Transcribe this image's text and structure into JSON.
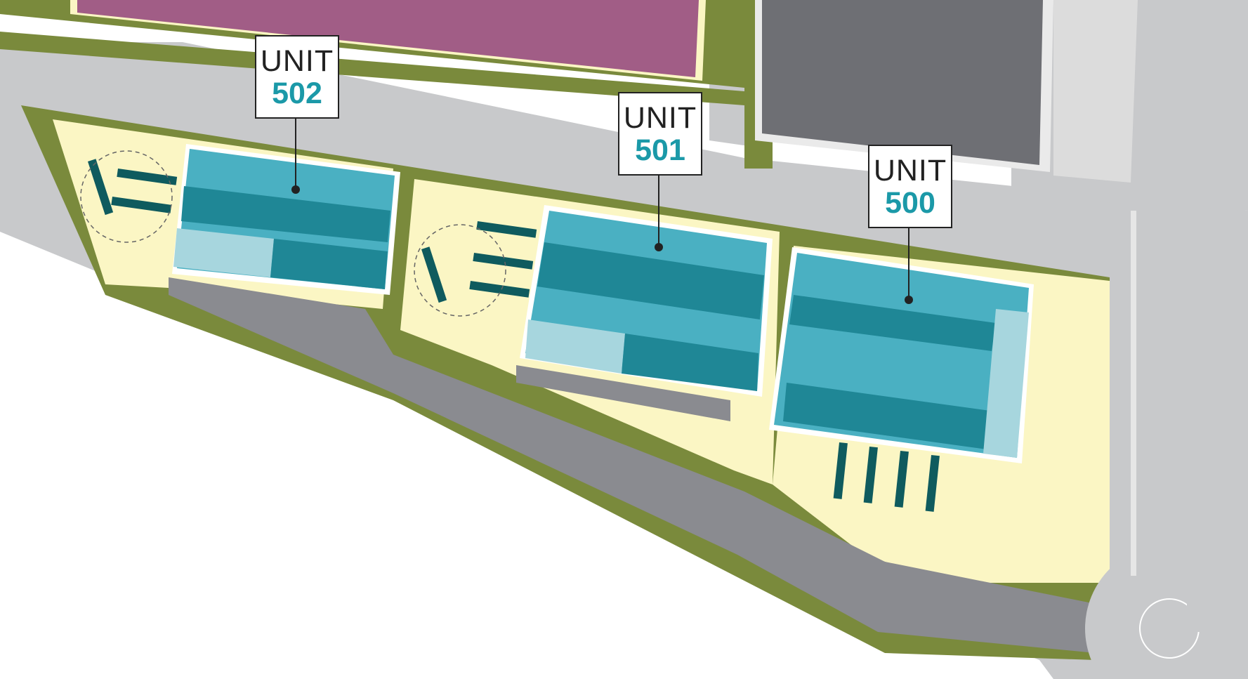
{
  "units": [
    {
      "id": "502",
      "word": "UNIT",
      "number": "502"
    },
    {
      "id": "501",
      "word": "UNIT",
      "number": "501"
    },
    {
      "id": "500",
      "word": "UNIT",
      "number": "500"
    }
  ],
  "colors": {
    "background": "#ffffff",
    "road": "#c8c9cb",
    "access_road": "#8a8b90",
    "grass": "#7a8a3c",
    "yard": "#fbf6c4",
    "unit_roof": "#4ab0c2",
    "unit_roof_dark": "#1f8796",
    "office_block": "#a7d6de",
    "dock": "#0f5b5e",
    "neighbour_pink": "#a15d86",
    "neighbour_grey": "#6e6f74",
    "label_text_accent": "#1b99a8"
  }
}
